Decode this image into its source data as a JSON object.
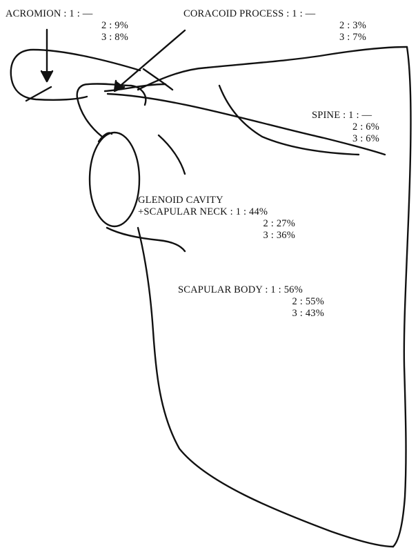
{
  "regions": {
    "acromion": {
      "title": "ACROMION",
      "rows": [
        "ACROMION : 1 : —",
        "2 : 9%",
        "3 : 8%"
      ]
    },
    "coracoid": {
      "title": "CORACOID PROCESS",
      "rows": [
        "CORACOID PROCESS : 1 : —",
        "2 : 3%",
        "3 : 7%"
      ]
    },
    "spine": {
      "title": "SPINE",
      "rows": [
        "SPINE : 1 : —",
        "2 : 6%",
        "3 : 6%"
      ]
    },
    "glenoid": {
      "rows": [
        "GLENOID CAVITY",
        "+SCAPULAR NECK : 1 : 44%",
        "2 : 27%",
        "3 : 36%"
      ]
    },
    "body": {
      "title": "SCAPULAR BODY",
      "rows": [
        "SCAPULAR BODY : 1 : 56%",
        "2 : 55%",
        "3 : 43%"
      ]
    }
  }
}
